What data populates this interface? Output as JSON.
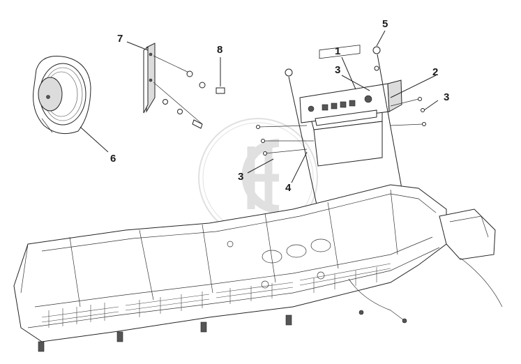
{
  "callouts": {
    "c1": "1",
    "c2": "2",
    "c3a": "3",
    "c3b": "3",
    "c3c": "3",
    "c4": "4",
    "c5": "5",
    "c6": "6",
    "c7": "7",
    "c8": "8"
  },
  "watermark": {
    "color": "#c8c8c8"
  }
}
